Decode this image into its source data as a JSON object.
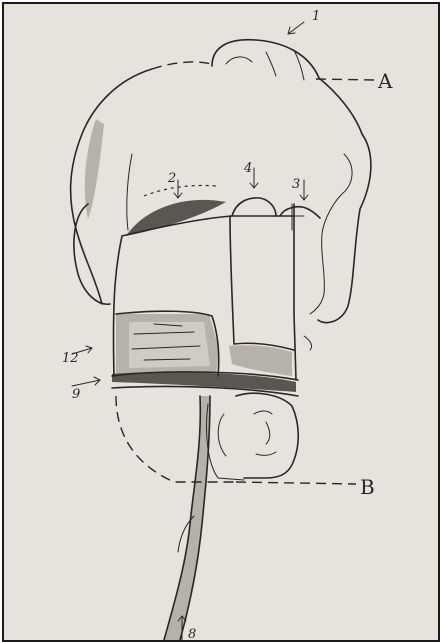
{
  "labels": {
    "top_letter": "A",
    "bottom_letter": "B",
    "n1": "1",
    "n2": "2",
    "n3": "3",
    "n4": "4",
    "n8": "8",
    "n9": "9",
    "n12": "12"
  },
  "colors": {
    "paper": "#e6e3dc",
    "ink": "#2a2622",
    "shadow": "#5a5650",
    "tone": "#b6b2aa"
  }
}
